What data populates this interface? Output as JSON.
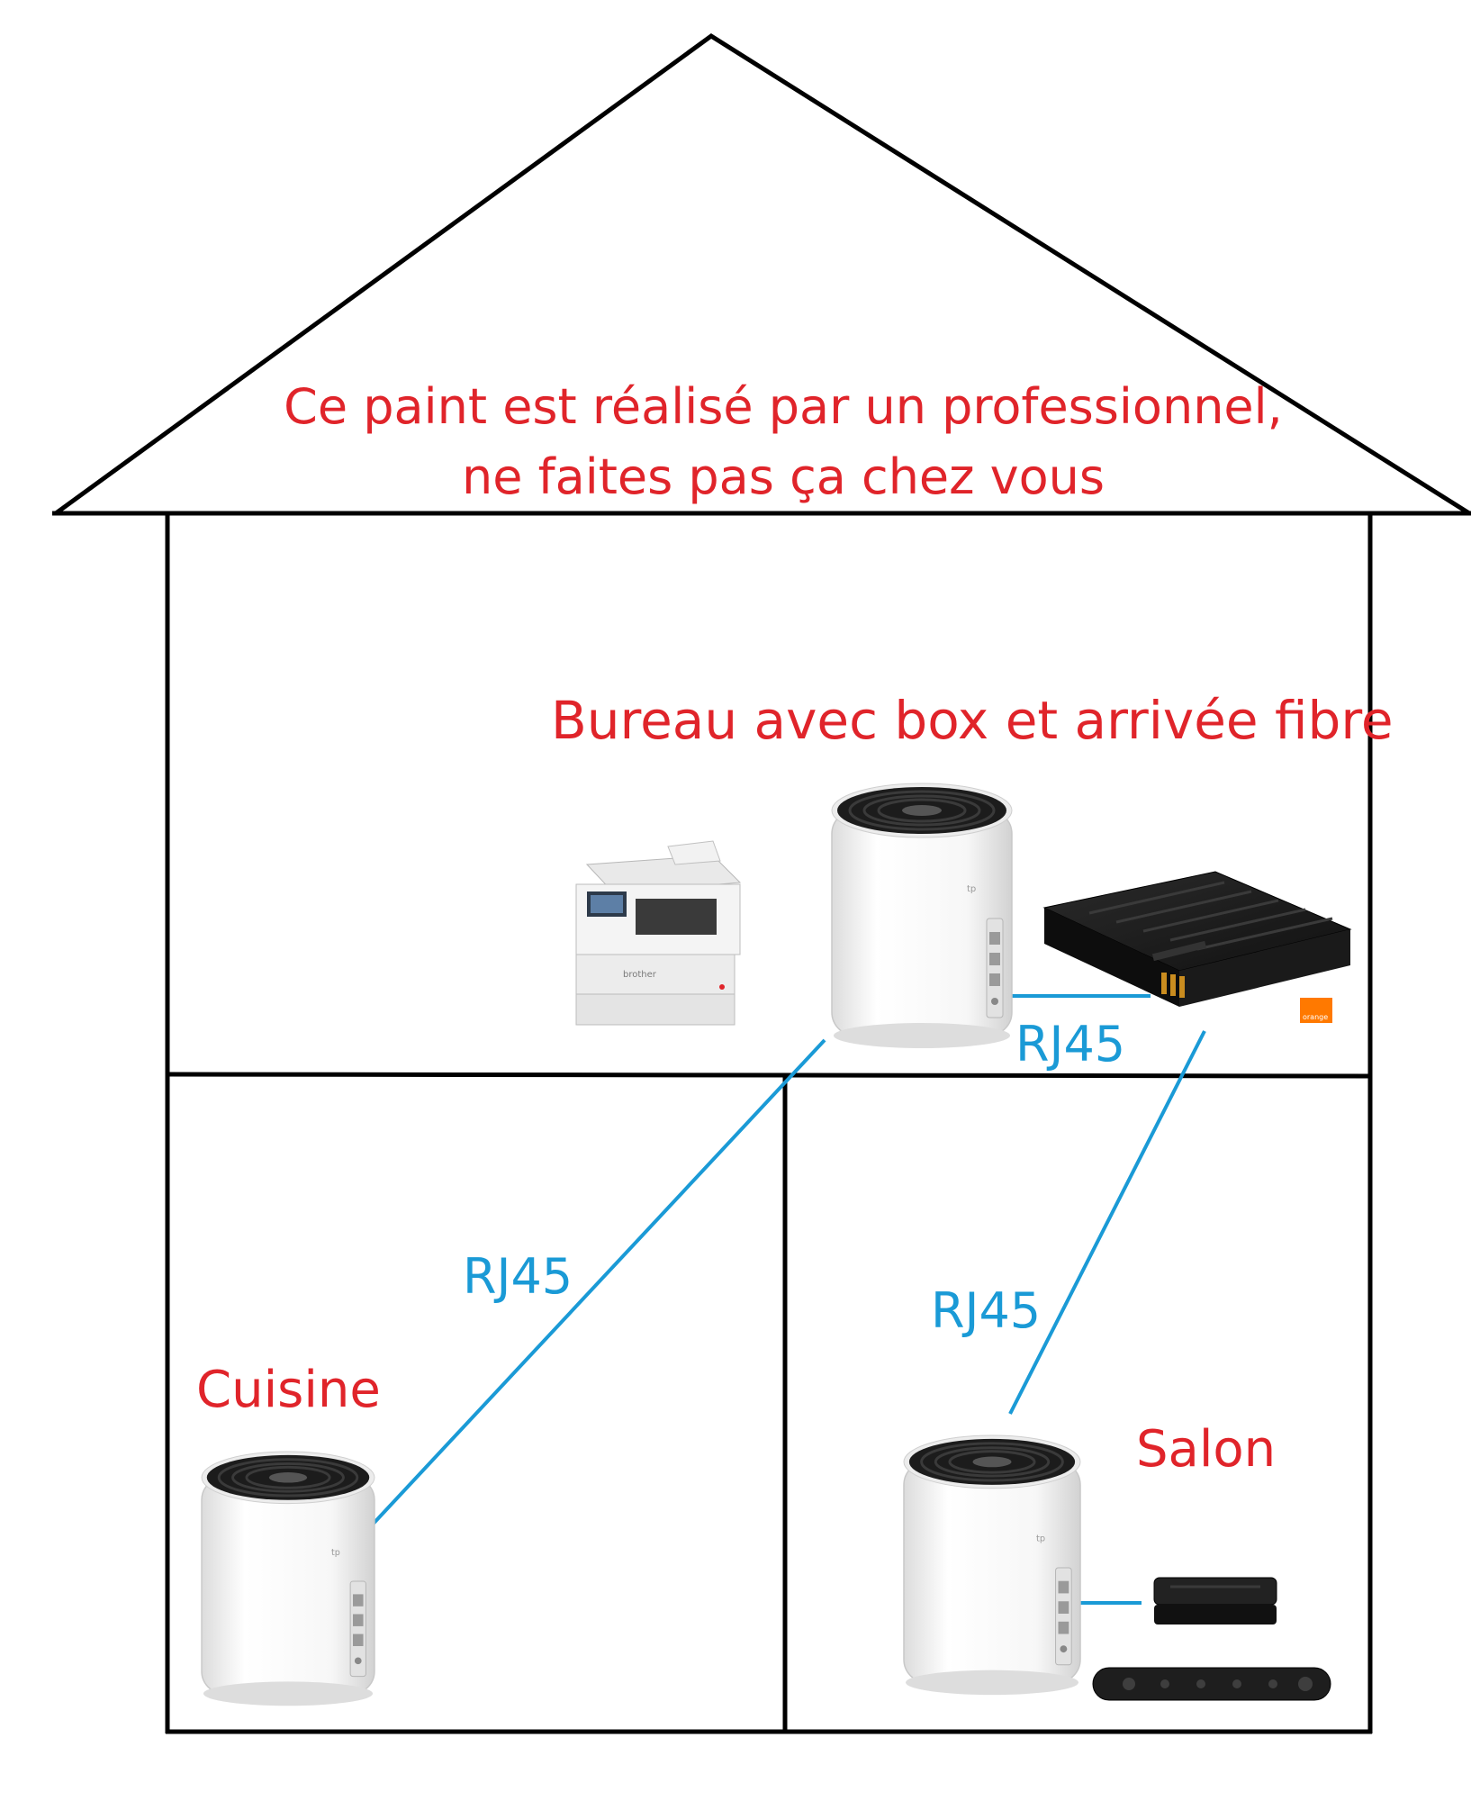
{
  "roof_text": {
    "line1": "Ce paint est réalisé par un professionnel,",
    "line2": "ne faites pas ça chez vous"
  },
  "rooms": {
    "office": "Bureau avec box et arrivée fibre",
    "kitchen": "Cuisine",
    "living": "Salon"
  },
  "cable_labels": {
    "office_box": "RJ45",
    "kitchen_link": "RJ45",
    "living_link": "RJ45"
  },
  "brand": {
    "orange_logo_text": "orange",
    "printer_brand": "brother"
  },
  "colors": {
    "label_red": "#e0242a",
    "cable_blue": "#1a9ad6",
    "outline": "#000000",
    "orange_brand": "#ff7900"
  }
}
